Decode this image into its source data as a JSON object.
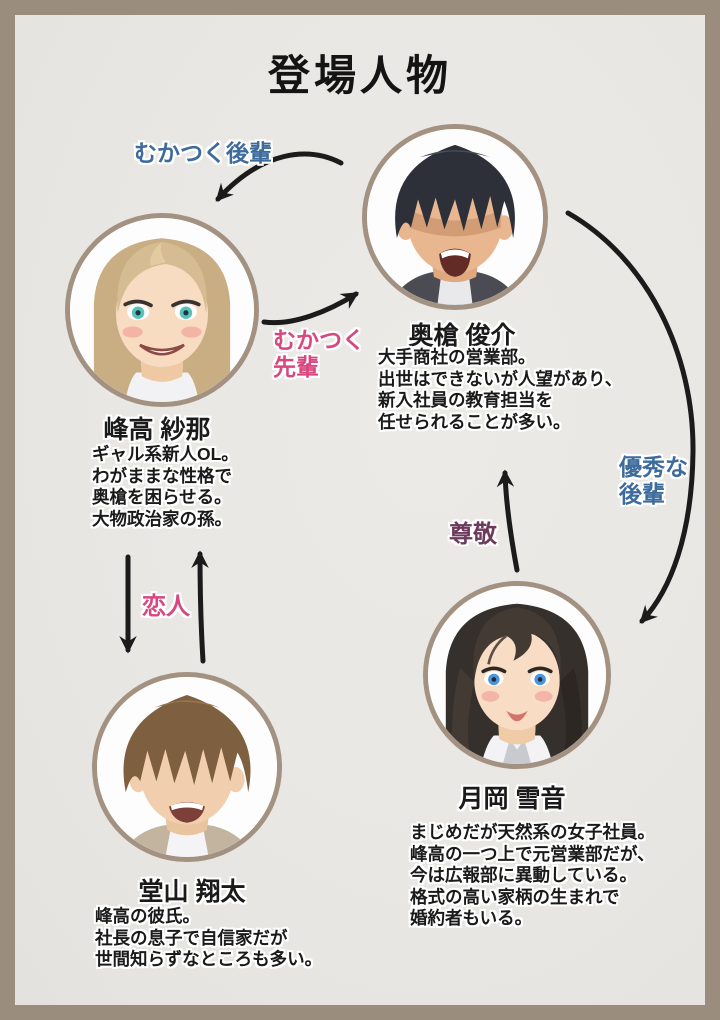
{
  "title": "登場人物",
  "colors": {
    "frame": "#9B8D7D",
    "background": "#E9E7E3",
    "circle_border": "#A39181",
    "arrow": "#1B1B1B",
    "label_blue": "#3D6B9C",
    "label_pink": "#D8487F",
    "label_purple": "#6D3A5C"
  },
  "characters": [
    {
      "id": "okuyari",
      "name": "奥槍 俊介",
      "portrait": "black-haired-man-shouting",
      "description": "大手商社の営業部。\n出世はできないが人望があり、\n新入社員の教育担当を\n任せられることが多い。"
    },
    {
      "id": "minetaka",
      "name": "峰高 紗那",
      "portrait": "blonde-gal-grinning",
      "description": "ギャル系新人OL。\nわがままな性格で\n奥槍を困らせる。\n大物政治家の孫。"
    },
    {
      "id": "doyama",
      "name": "堂山 翔太",
      "portrait": "brown-haired-man-smiling",
      "description": "峰高の彼氏。\n社長の息子で自信家だが\n世間知らずなところも多い。"
    },
    {
      "id": "tsukioka",
      "name": "月岡 雪音",
      "portrait": "dark-haired-woman-smiling",
      "description": "まじめだが天然系の女子社員。\n峰高の一つ上で元営業部だが、\n今は広報部に異動している。\n格式の高い家柄の生まれで\n婚約者もいる。"
    }
  ],
  "relationships": [
    {
      "label": "むかつく後輩",
      "from": "okuyari",
      "to": "minetaka",
      "color": "blue"
    },
    {
      "label": "むかつく\n先輩",
      "from": "minetaka",
      "to": "okuyari",
      "color": "pink"
    },
    {
      "label": "恋人",
      "from": "minetaka",
      "to": "doyama",
      "bidirectional": true,
      "color": "pink"
    },
    {
      "label": "尊敬",
      "from": "tsukioka",
      "to": "okuyari",
      "color": "purple"
    },
    {
      "label": "優秀な\n後輩",
      "from": "okuyari",
      "to": "tsukioka",
      "color": "blue"
    }
  ]
}
